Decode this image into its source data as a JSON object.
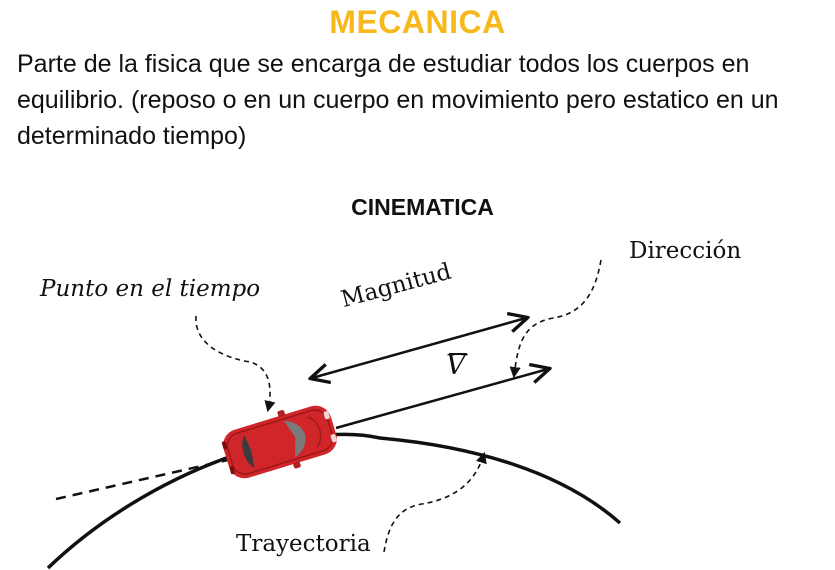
{
  "title": "MECANICA",
  "paragraph": "Parte de la fisica que se encarga de estudiar todos los cuerpos en equilibrio. (reposo o en un  cuerpo en movimiento pero estatico en un determinado tiempo)",
  "section_title": "CINEMATICA",
  "labels": {
    "punto": "Punto en el tiempo",
    "direccion": "Dirección",
    "magnitud": "Magnitud",
    "vector": "V",
    "trayectoria": "Trayectoria"
  },
  "colors": {
    "title": "#f7b81c",
    "car_body": "#d0262a",
    "car_window": "#7a7a7a",
    "line": "#111111"
  }
}
